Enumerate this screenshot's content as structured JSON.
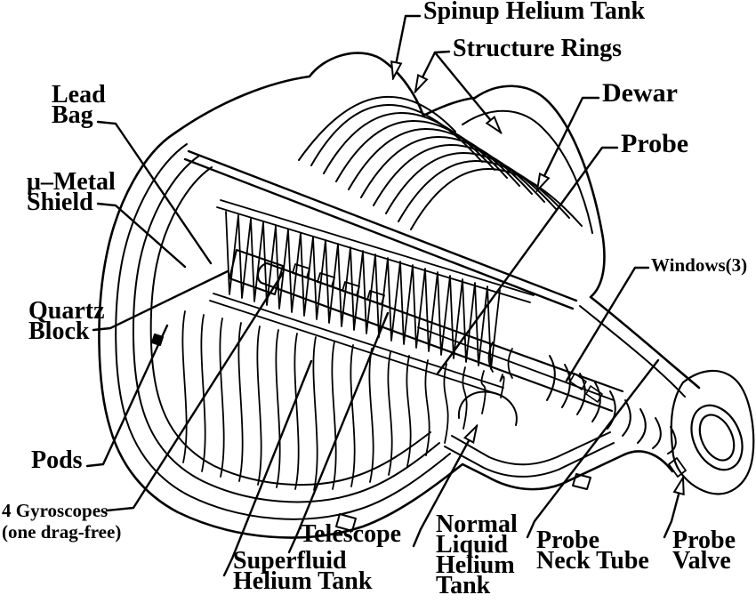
{
  "figure": {
    "colors": {
      "ink": "#000000",
      "background": "#ffffff"
    }
  },
  "labels": {
    "spinup": {
      "text": "Spinup Helium Tank"
    },
    "structure": {
      "text": "Structure Rings"
    },
    "dewar": {
      "text": "Dewar"
    },
    "probe": {
      "text": "Probe"
    },
    "windows": {
      "text": "Windows(3)"
    },
    "lead_bag": {
      "text": "Lead\nBag"
    },
    "mu_metal": {
      "text": "μ–Metal\nShield"
    },
    "quartz_block": {
      "text": "Quartz\nBlock"
    },
    "pods": {
      "text": "Pods"
    },
    "gyroscopes": {
      "text": "4 Gyroscopes\n(one drag-free)"
    },
    "superfluid": {
      "text": "Superfluid\nHelium Tank"
    },
    "telescope": {
      "text": "Telescope"
    },
    "normal_lhe": {
      "text": "Normal\nLiquid\nHelium\nTank"
    },
    "probe_neck": {
      "text": "Probe\nNeck Tube"
    },
    "probe_valve": {
      "text": "Probe\nValve"
    }
  }
}
